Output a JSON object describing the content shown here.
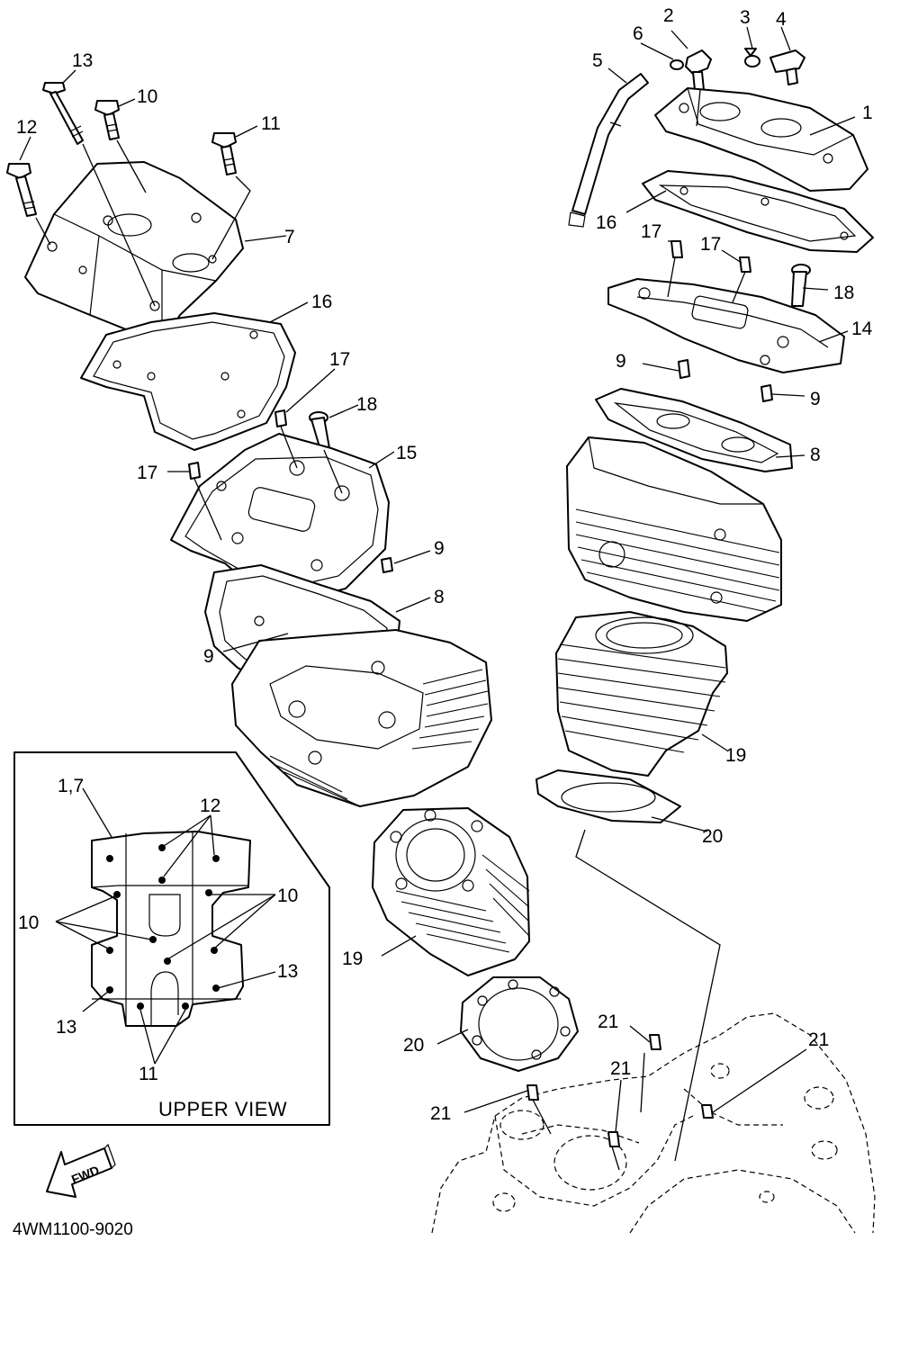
{
  "diagram": {
    "catalog_code": "4WM1100-9020",
    "inset": {
      "title": "UPPER VIEW",
      "labels": [
        "1,7",
        "12",
        "10",
        "10",
        "13",
        "13",
        "11"
      ]
    },
    "fwd_arrow": {
      "text": "FWD"
    },
    "part_labels": {
      "p1": "1",
      "p2": "2",
      "p3": "3",
      "p4": "4",
      "p5": "5",
      "p6": "6",
      "p7": "7",
      "p8a": "8",
      "p8b": "8",
      "p9a": "9",
      "p9b": "9",
      "p9c": "9",
      "p9d": "9",
      "p10": "10",
      "p11": "11",
      "p12": "12",
      "p13": "13",
      "p14": "14",
      "p15": "15",
      "p16a": "16",
      "p16b": "16",
      "p17a": "17",
      "p17b": "17",
      "p17c": "17",
      "p17d": "17",
      "p18a": "18",
      "p18b": "18",
      "p19a": "19",
      "p19b": "19",
      "p20a": "20",
      "p20b": "20",
      "p21a": "21",
      "p21b": "21",
      "p21c": "21",
      "p21d": "21"
    }
  }
}
